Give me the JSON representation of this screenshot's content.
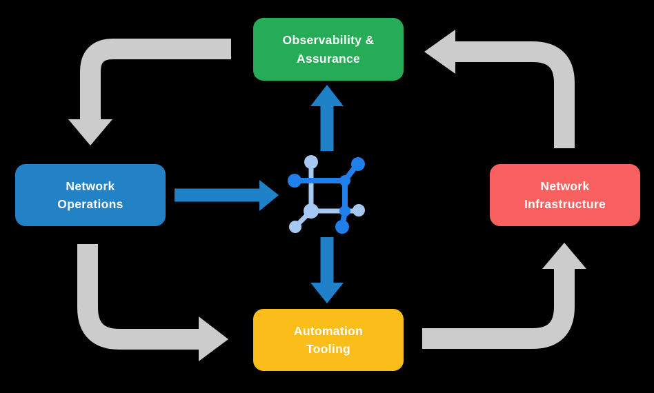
{
  "canvas": {
    "background": "#000000"
  },
  "colors": {
    "background": "#000000",
    "green": "#26AB57",
    "blue": "#2381C6",
    "red": "#F96060",
    "yellow": "#FBBD1A",
    "arrow-gray": "#CCCCCC",
    "arrow-blue": "#1F81C8",
    "icon-dark-blue": "#1F80EB",
    "icon-light-blue": "#A6C9F4",
    "text": "#FFFFFF"
  },
  "nodes": {
    "observability": {
      "line1": "Observability &",
      "line2": "Assurance"
    },
    "operations": {
      "line1": "Network",
      "line2": "Operations"
    },
    "infrastructure": {
      "line1": "Network",
      "line2": "Infrastructure"
    },
    "automation": {
      "line1": "Automation",
      "line2": "Tooling"
    }
  },
  "icons": {
    "center": "network-mesh-icon"
  },
  "arrows": [
    {
      "from": "observability",
      "to": "operations",
      "color": "#CCCCCC"
    },
    {
      "from": "operations",
      "to": "automation",
      "color": "#CCCCCC"
    },
    {
      "from": "automation",
      "to": "infrastructure",
      "color": "#CCCCCC"
    },
    {
      "from": "infrastructure",
      "to": "observability",
      "color": "#CCCCCC"
    },
    {
      "from": "operations",
      "to": "center-icon",
      "color": "#1F81C8"
    },
    {
      "from": "center-icon",
      "to": "observability",
      "color": "#1F81C8"
    },
    {
      "from": "center-icon",
      "to": "automation",
      "color": "#1F81C8"
    }
  ]
}
